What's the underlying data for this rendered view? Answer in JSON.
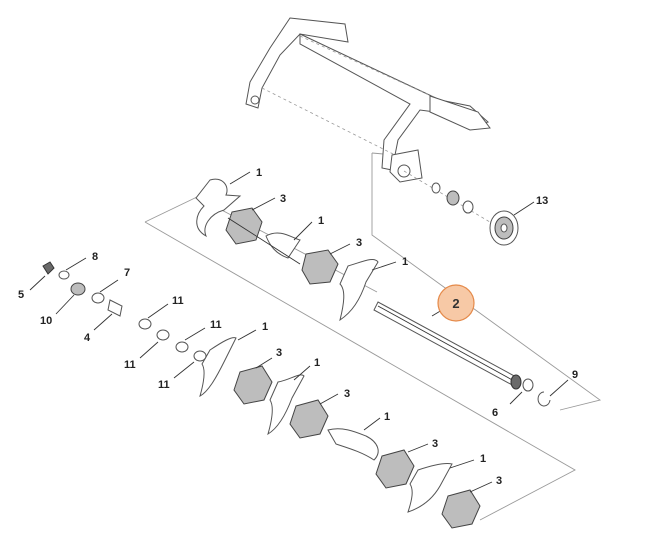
{
  "diagram": {
    "highlight_color": "#f7c9a6",
    "highlight_stroke": "#e58a4a",
    "callouts": {
      "c1a": "1",
      "c3a": "3",
      "c1b": "1",
      "c3b": "3",
      "c1c": "1",
      "c13": "13",
      "c2": "2",
      "c8": "8",
      "c5": "5",
      "c7": "7",
      "c10": "10",
      "c4": "4",
      "c11a": "11",
      "c11b": "11",
      "c11c": "11",
      "c11d": "11",
      "c1d": "1",
      "c3c": "3",
      "c1e": "1",
      "c3d": "3",
      "c1f": "1",
      "c3e": "3",
      "c1g": "1",
      "c3f": "3",
      "c9": "9",
      "c6": "6"
    }
  }
}
